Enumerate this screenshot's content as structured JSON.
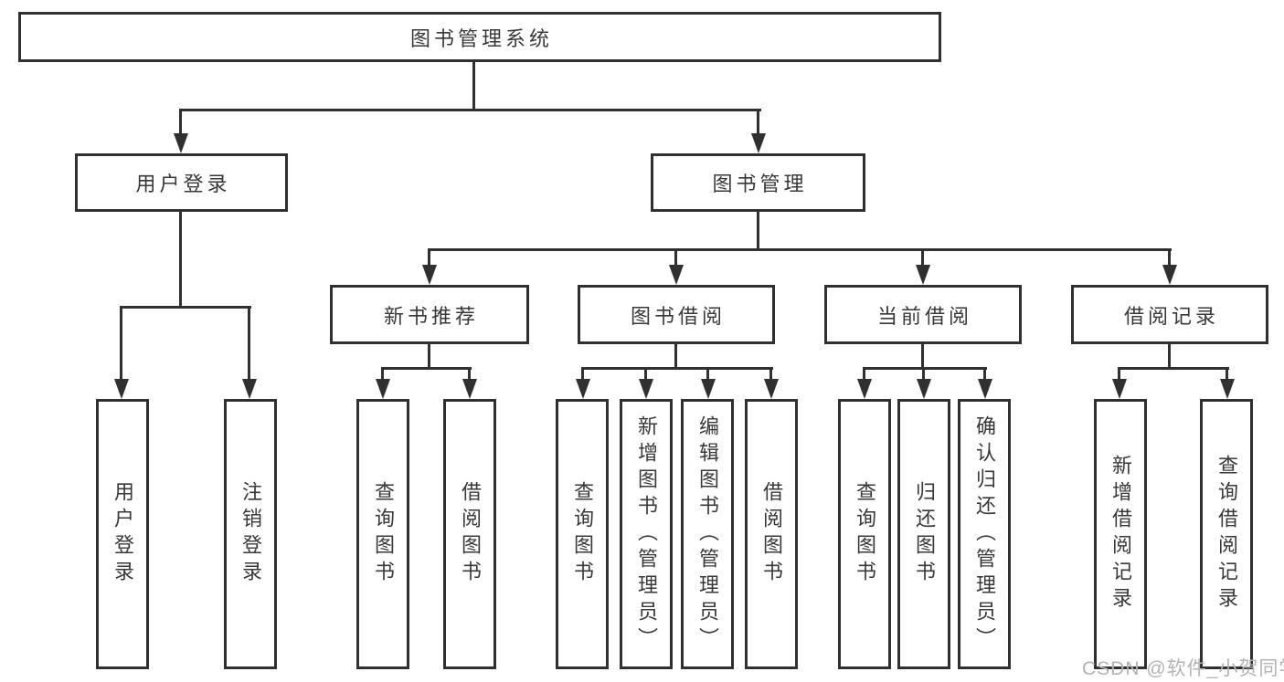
{
  "tree": {
    "root": {
      "label": "图书管理系统",
      "children": [
        {
          "label": "用户登录",
          "children": [
            {
              "label": "用户登录"
            },
            {
              "label": "注销登录"
            }
          ]
        },
        {
          "label": "图书管理",
          "children": [
            {
              "label": "新书推荐",
              "children": [
                {
                  "label": "查询图书"
                },
                {
                  "label": "借阅图书"
                }
              ]
            },
            {
              "label": "图书借阅",
              "children": [
                {
                  "label": "查询图书"
                },
                {
                  "label": "新增图书（管理员）"
                },
                {
                  "label": "编辑图书（管理员）"
                },
                {
                  "label": "借阅图书"
                }
              ]
            },
            {
              "label": "当前借阅",
              "children": [
                {
                  "label": "查询图书"
                },
                {
                  "label": "归还图书"
                },
                {
                  "label": "确认归还（管理员）"
                }
              ]
            },
            {
              "label": "借阅记录",
              "children": [
                {
                  "label": "新增借阅记录"
                },
                {
                  "label": "查询借阅记录"
                }
              ]
            }
          ]
        }
      ]
    }
  },
  "watermark": {
    "text": "CSDN @软件_小贺同学"
  },
  "colors": {
    "line": "#303030",
    "text": "#383838",
    "watermark": "#b3b3b3",
    "background": "#ffffff"
  }
}
